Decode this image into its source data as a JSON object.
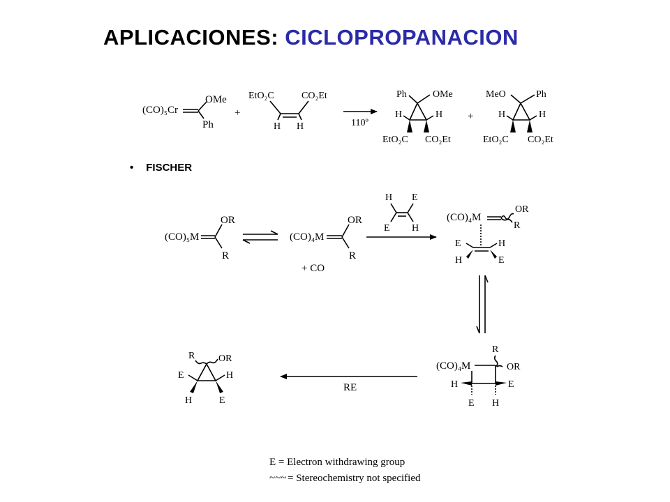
{
  "title": {
    "part1": "APLICACIONES:",
    "part2": "CICLOPROPANACION",
    "color_black": "#000000",
    "color_blue": "#2b2ba8"
  },
  "bullet": {
    "symbol": "•",
    "label": "FISCHER"
  },
  "top_reaction": {
    "reactant1": {
      "metal": "(CO)₅Cr",
      "sub1": "OMe",
      "sub2": "Ph"
    },
    "plus1": "+",
    "reactant2": {
      "tl": "EtO₂C",
      "tr": "CO₂Et",
      "bl": "H",
      "br": "H"
    },
    "condition": "110º",
    "plus2": "+",
    "product1": {
      "tl": "Ph",
      "tr": "OMe",
      "ml": "H",
      "mr": "H",
      "bl": "EtO₂C",
      "br": "CO₂Et"
    },
    "product2": {
      "tl": "MeO",
      "tr": "Ph",
      "ml": "H",
      "mr": "H",
      "bl": "EtO₂C",
      "br": "CO₂Et"
    }
  },
  "mechanism": {
    "s1": {
      "metal": "(CO)₅M",
      "or": "OR",
      "r": "R"
    },
    "s2": {
      "metal": "(CO)₄M",
      "or": "OR",
      "r": "R",
      "plus_co": "+ CO"
    },
    "alkene": {
      "tl": "H",
      "tr": "E",
      "bl": "E",
      "br": "H"
    },
    "s3": {
      "metal": "(CO)₄M",
      "or": "OR",
      "r": "R",
      "l1": "E",
      "r1": "H",
      "l2": "H",
      "r2": "E"
    },
    "s4": {
      "top": "R",
      "metal": "(CO)₄M",
      "or": "OR",
      "l": "H",
      "r": "E",
      "bl": "E",
      "br": "H"
    },
    "re_label": "RE",
    "s5": {
      "r": "R",
      "or": "OR",
      "e1": "E",
      "h1": "H",
      "h2": "H",
      "e2": "E"
    }
  },
  "legend": {
    "line1": "E = Electron withdrawing group",
    "line2": "= Stereochemistry not specified",
    "wavy_symbol": "~~~"
  }
}
